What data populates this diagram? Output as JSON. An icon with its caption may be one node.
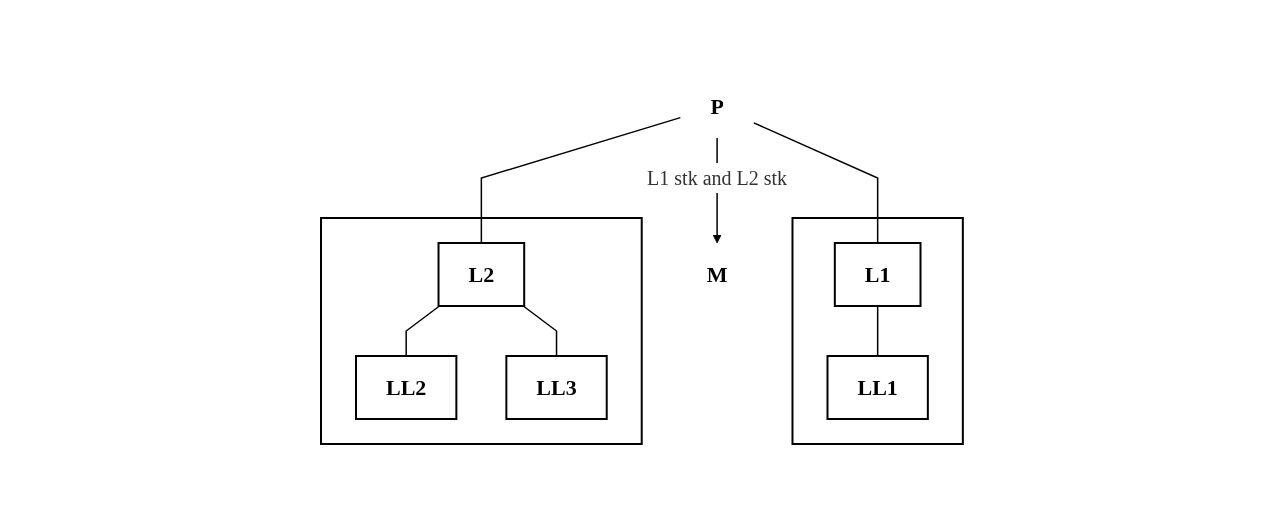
{
  "diagram": {
    "nodes": [
      {
        "text": [
          "P"
        ]
      },
      {
        "text": [
          "M"
        ]
      },
      {
        "text": [],
        "shape": "box"
      },
      {
        "text": [
          "L1"
        ],
        "in": 2
      },
      {
        "text": [
          "LL1"
        ],
        "in": 2
      },
      {
        "text": [],
        "shape": "box"
      },
      {
        "text": [
          "L2"
        ],
        "in": 5
      },
      {
        "text": [
          "LL2"
        ],
        "in": 5
      },
      {
        "text": [
          "LL3"
        ],
        "in": 5
      }
    ],
    "edges": [
      {
        "from": 0,
        "to": 1,
        "label": "L1 stk and L2 stk",
        "arrow": "to"
      },
      {
        "from": 0,
        "to": 3,
        "arrow": "none"
      },
      {
        "from": 0,
        "to": 6,
        "arrow": "none"
      },
      {
        "from": 3,
        "to": 4,
        "arrow": "none"
      },
      {
        "from": 6,
        "to": 7,
        "arrow": "none"
      },
      {
        "from": 6,
        "to": 8,
        "arrow": "none"
      }
    ]
  }
}
